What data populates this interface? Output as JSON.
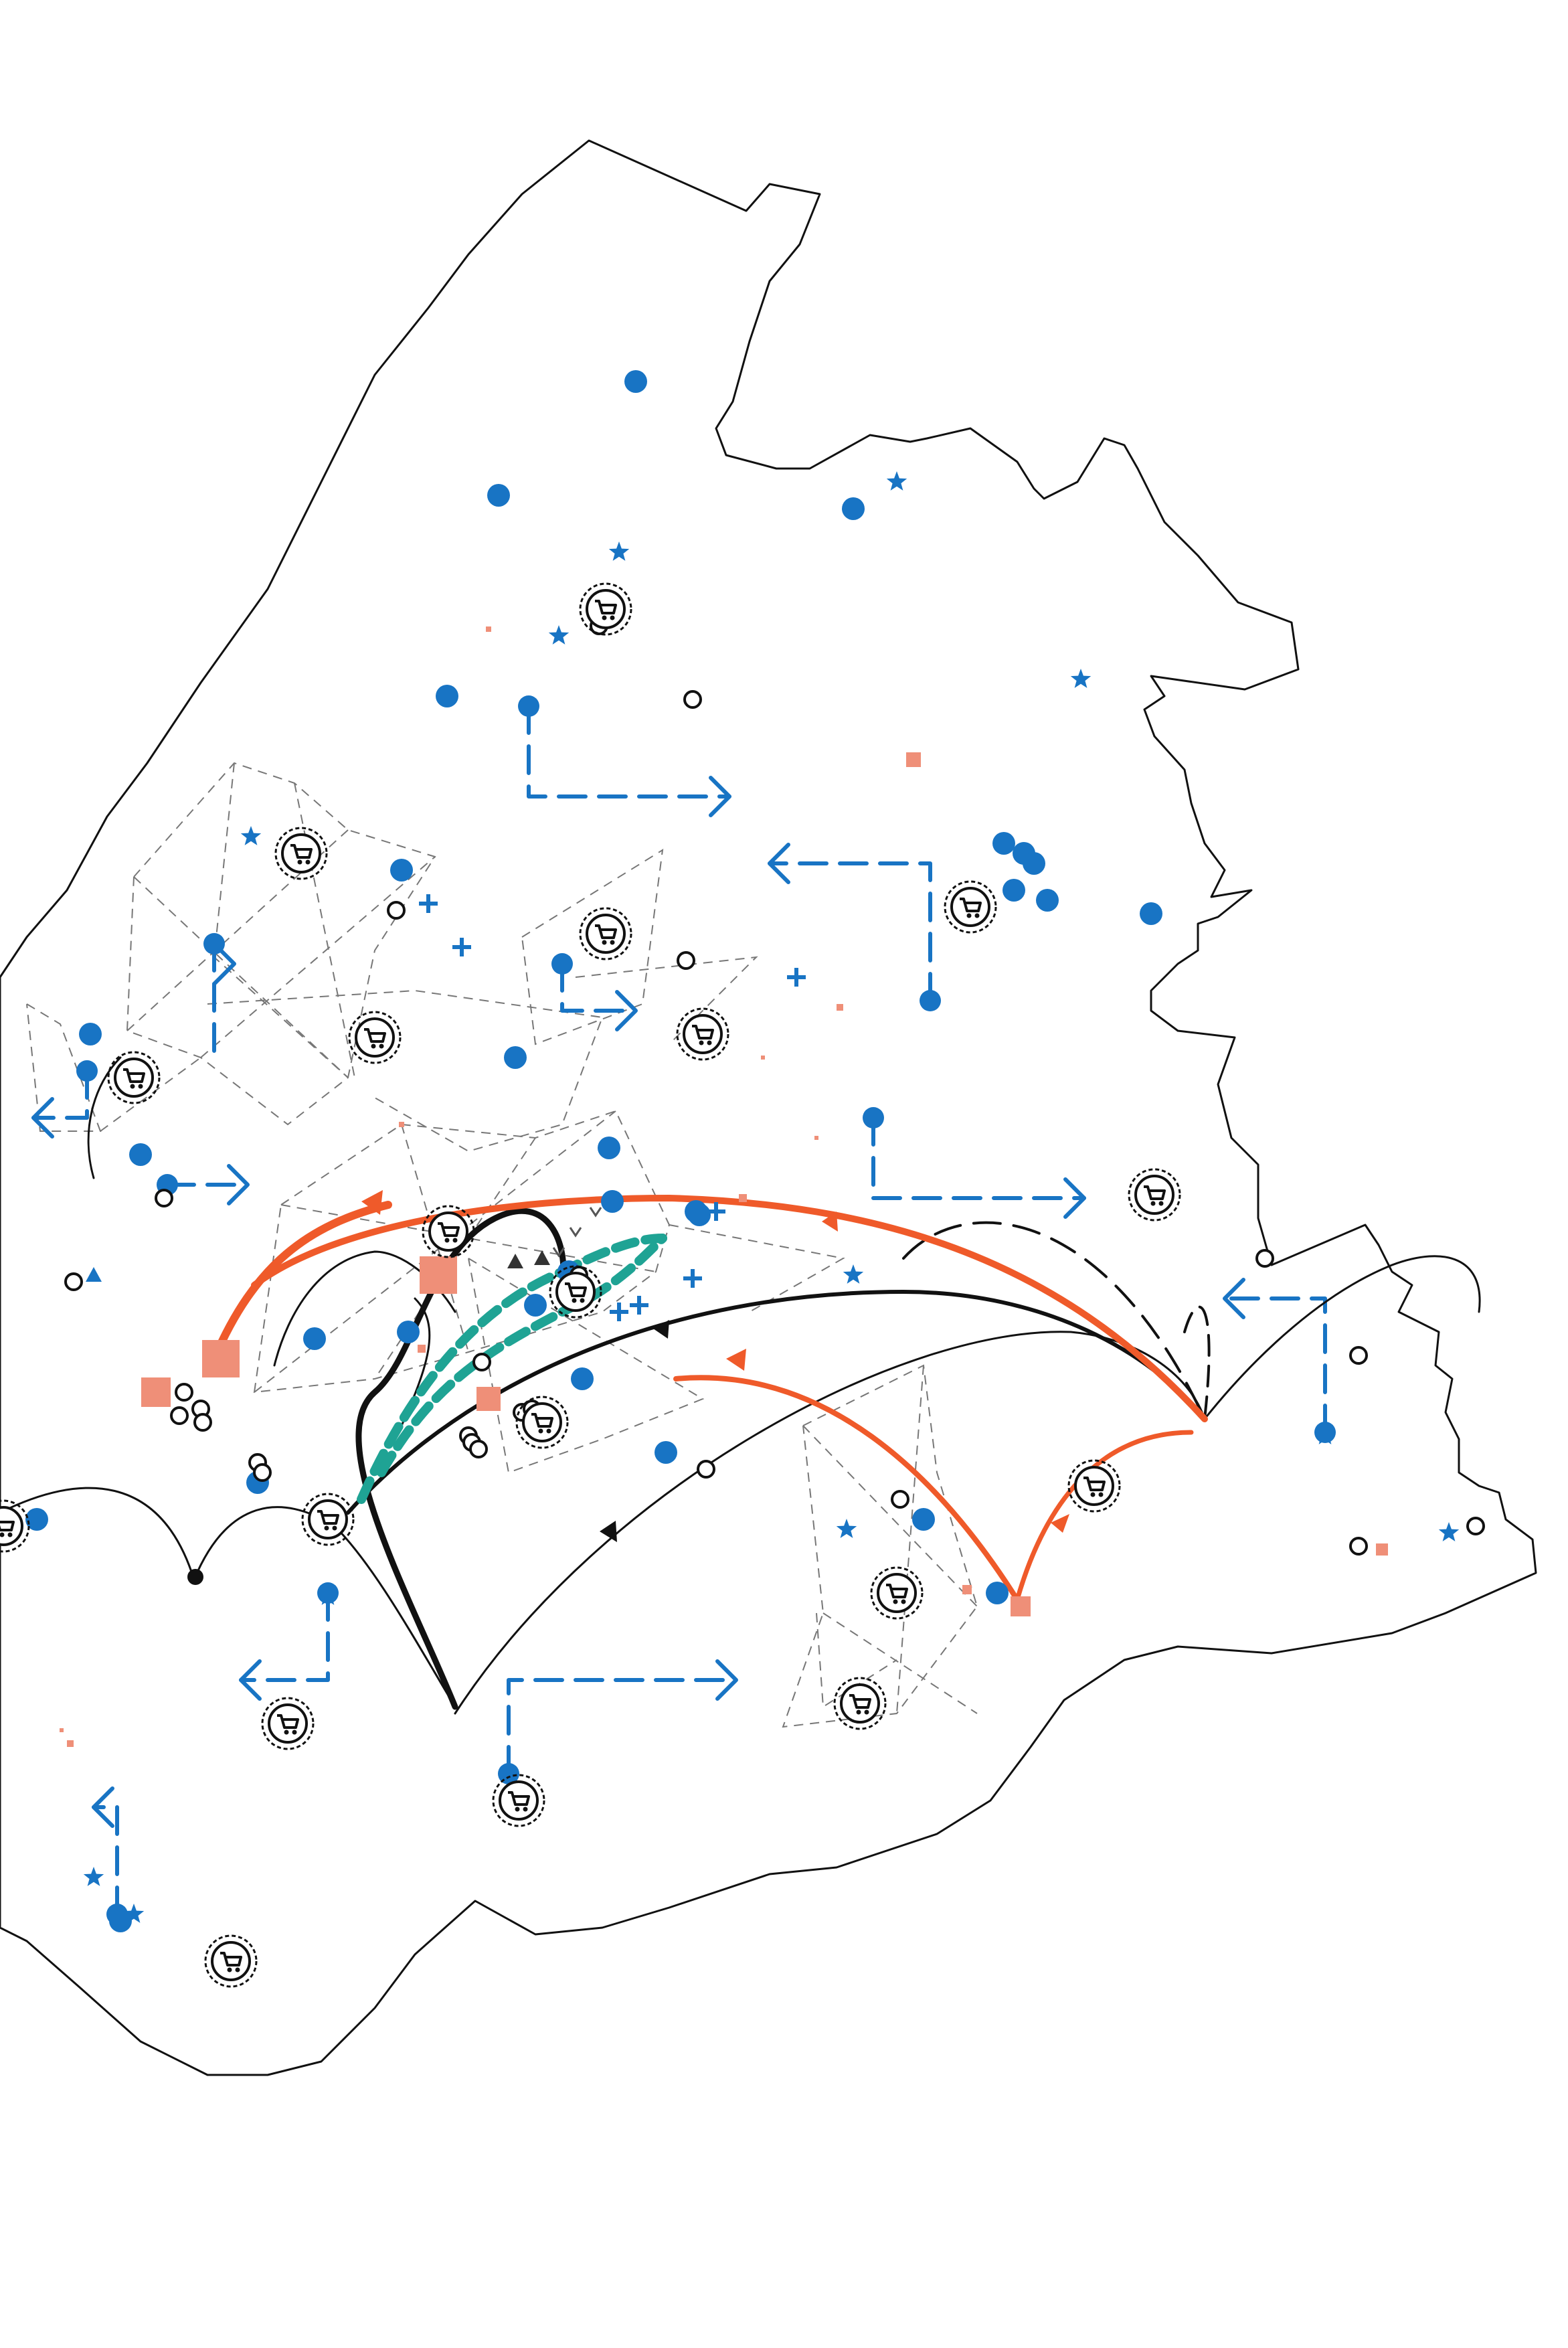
{
  "colors": {
    "background": "#ffffff",
    "outline": "#111111",
    "accent_blue": "#1874c4",
    "accent_orange": "#ef5a2a",
    "accent_salmon": "#ef8f78",
    "accent_teal": "#1fa394",
    "web_grey": "#777777"
  },
  "icons": {
    "blue_point": "filled-circle",
    "blue_star": "star",
    "blue_plus": "plus",
    "open_point": "open-circle",
    "shop": "shopping-cart-in-dashed-ring",
    "salmon_block": "square",
    "arrowhead": "triangle"
  }
}
